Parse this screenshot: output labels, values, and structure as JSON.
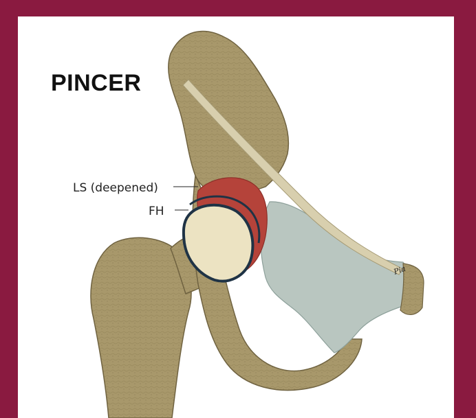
{
  "title": "PINCER",
  "labels": {
    "ls": "LS (deepened)",
    "fh": "FH"
  },
  "signature": "Pia",
  "colors": {
    "border": "#8a1a40",
    "bone": "#a8986b",
    "bone_dark": "#7d6f48",
    "labrum": "#b5433a",
    "femoral_head": "#ece3c2",
    "acetabular_rim": "#1f3345",
    "ligament": "#b9c6c0",
    "band": "#d8cfae"
  }
}
